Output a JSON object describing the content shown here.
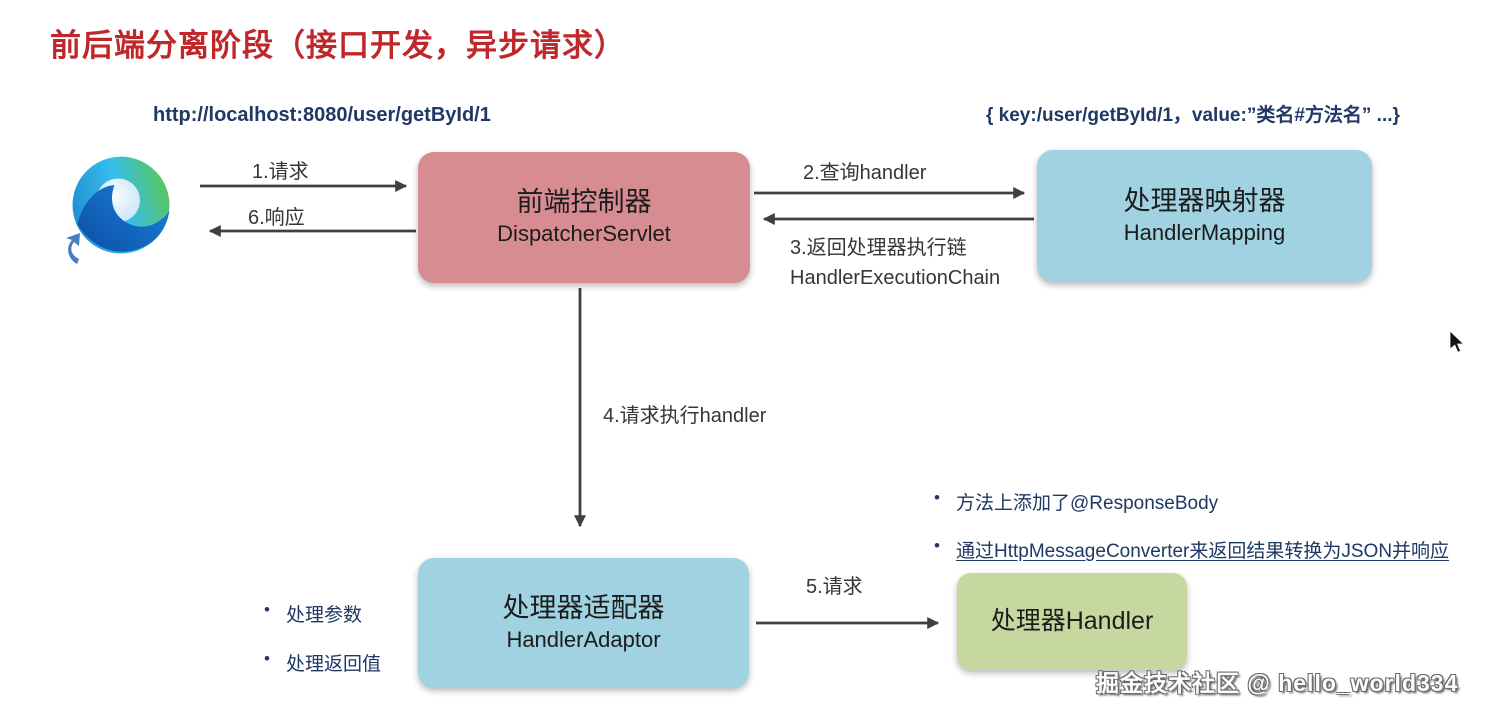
{
  "page": {
    "title": "前后端分离阶段（接口开发，异步请求）",
    "watermark": "掘金技术社区 @ hello_world334"
  },
  "labels": {
    "request_url": "http://localhost:8080/user/getById/1",
    "mapping_entry": "{ key:/user/getById/1，value:”类名#方法名” ...}"
  },
  "nodes": {
    "dispatcher": {
      "title": "前端控制器",
      "subtitle": "DispatcherServlet"
    },
    "handler_mapping": {
      "title": "处理器映射器",
      "subtitle": "HandlerMapping"
    },
    "handler_adaptor": {
      "title": "处理器适配器",
      "subtitle": "HandlerAdaptor"
    },
    "handler": {
      "title": "处理器Handler"
    }
  },
  "edges": {
    "step1": "1.请求",
    "step2": "2.查询handler",
    "step3_line1": "3.返回处理器执行链",
    "step3_line2": "HandlerExecutionChain",
    "step4": "4.请求执行handler",
    "step5": "5.请求",
    "step6": "6.响应"
  },
  "notes": {
    "adaptor": [
      "处理参数",
      "处理返回值"
    ],
    "handler": [
      "方法上添加了@ResponseBody",
      "通过HttpMessageConverter来返回结果转换为JSON并响应"
    ]
  },
  "icons": {
    "browser": "edge-browser-icon",
    "share_arrow": "share-arrow-icon",
    "cursor": "mouse-cursor-icon"
  },
  "colors": {
    "title_red": "#c0272a",
    "navy_text": "#1f3864",
    "arrow": "#404040",
    "dispatcher_fill": "#d78c92",
    "mapping_fill": "#a0d2e2",
    "adaptor_fill": "#a0d2e2",
    "handler_fill": "#c6d8a0"
  }
}
